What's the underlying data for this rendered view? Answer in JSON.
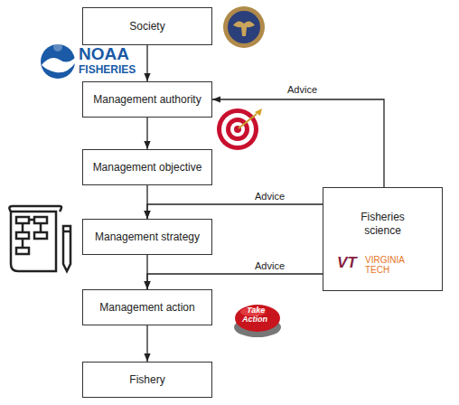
{
  "diagram": {
    "nodes": [
      {
        "text": [
          "Society"
        ]
      },
      {
        "text": [
          "Management authority"
        ]
      },
      {
        "text": [
          "Management objective"
        ]
      },
      {
        "text": [
          "Management strategy"
        ]
      },
      {
        "text": [
          "Management action"
        ]
      },
      {
        "text": [
          "Fishery"
        ]
      },
      {
        "text": [
          "Fisheries science"
        ]
      }
    ],
    "edges": [
      {
        "from": 0,
        "to": 1,
        "arrow": "to"
      },
      {
        "from": 1,
        "to": 2,
        "arrow": "to"
      },
      {
        "from": 2,
        "to": 3,
        "arrow": "to"
      },
      {
        "from": 3,
        "to": 4,
        "arrow": "to"
      },
      {
        "from": 4,
        "to": 5,
        "arrow": "to"
      },
      {
        "from": 6,
        "to": 1,
        "label": "Advice",
        "arrow": "to"
      },
      {
        "from": 6,
        "to": 3,
        "label": "Advice",
        "arrow": "to"
      },
      {
        "from": 6,
        "to": 4,
        "label": "Advice",
        "arrow": "to"
      }
    ],
    "labels": [
      "NOAA",
      "FISHERIES",
      "Take",
      "Action",
      "VT",
      "VIRGINIA",
      "TECH"
    ]
  }
}
